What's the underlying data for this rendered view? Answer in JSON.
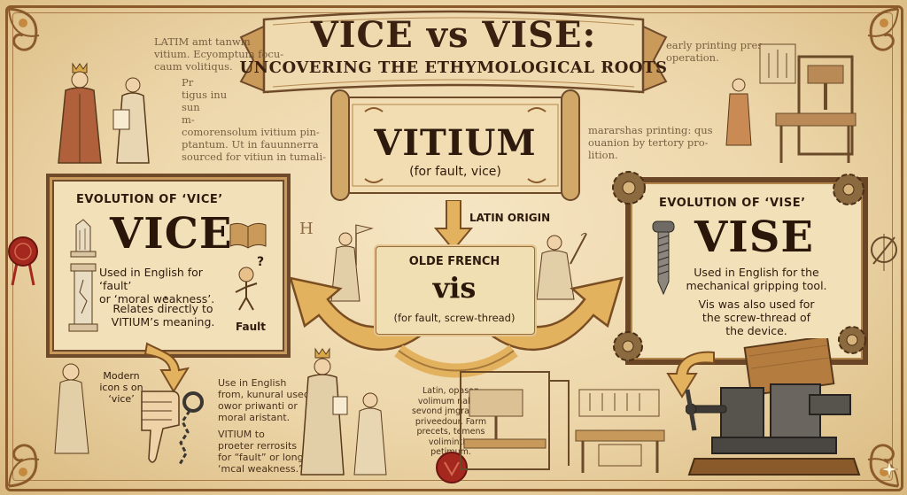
{
  "title": {
    "main": "VICE vs VISE:",
    "subtitle": "UNCOVERING THE ETHYMOLOGICAL ROOTS"
  },
  "latin_notes_top_left": {
    "line1": "LATIM amt tanwin",
    "line2": "vitium. Ecyomptum focu-",
    "line3": "caum volitiqus.",
    "line4": "Pr",
    "line5": "tigus inu",
    "line6": "sun",
    "line7": "m-",
    "line8": "comorensolum ivitium pin-",
    "line9": "ptantum. Ut in fauunnerra",
    "line10": "sourced for vitiun in tumali-"
  },
  "notes_top_right": {
    "line1": "early printing pres-",
    "line2": "operation."
  },
  "notes_mid_right": {
    "line1": "mararshas printing: qus",
    "line2": "ouanion by tertory pro-",
    "line3": "lition."
  },
  "center_scroll": {
    "word": "VITIUM",
    "meaning": "(for fault, vice)",
    "origin_label": "LATIN ORIGIN"
  },
  "old_french": {
    "heading": "OLDE FRENCH",
    "word": "vis",
    "meaning": "(for fault, screw-thread)"
  },
  "vice_panel": {
    "heading": "EVOLUTION OF ‘VICE’",
    "word": "VICE",
    "text1_line1": "Used in English for ‘fault’",
    "text1_line2": "or ‘moral weakness’.",
    "bullet": "·",
    "text2_line1": "Relates directly to",
    "text2_line2": "VITIUM’s meaning.",
    "figure_label": "Fault",
    "question_mark": "?"
  },
  "vise_panel": {
    "heading": "EVOLUTION OF ‘VISE’",
    "word": "VISE",
    "text1_line1": "Used in English for the",
    "text1_line2": "mechanical gripping tool.",
    "text2_line1": "Vis was also used for",
    "text2_line2": "the screw-thread of",
    "text2_line3": "the device."
  },
  "modern_icons": {
    "line1": "Modern",
    "line2": "icon s on",
    "line3": "‘vice’"
  },
  "english_notes": {
    "line1": "Use in English",
    "line2": "from, kunural used",
    "line3": "owor priwanti or",
    "line4": "moral aristant.",
    "line5": "VITIUM to",
    "line6": "proeter rerrosits",
    "line7": "for “fault” or long",
    "line8": "‘mcal weakness.”"
  },
  "latin_bottom_notes": {
    "line1": "Latin, opason",
    "line2": "volimum nalate",
    "line3": "sevond jmgrasy to",
    "line4": "priveedour. Farm",
    "line5": "precets, temens",
    "line6": "volimintim",
    "line7": "petimum."
  },
  "decor_letter": "H",
  "colors": {
    "parchment": "#efdcb4",
    "ink": "#2e1a0c",
    "arrow": "#e3b25f",
    "frame": "#6e4a2a",
    "seal": "#a5281e"
  }
}
